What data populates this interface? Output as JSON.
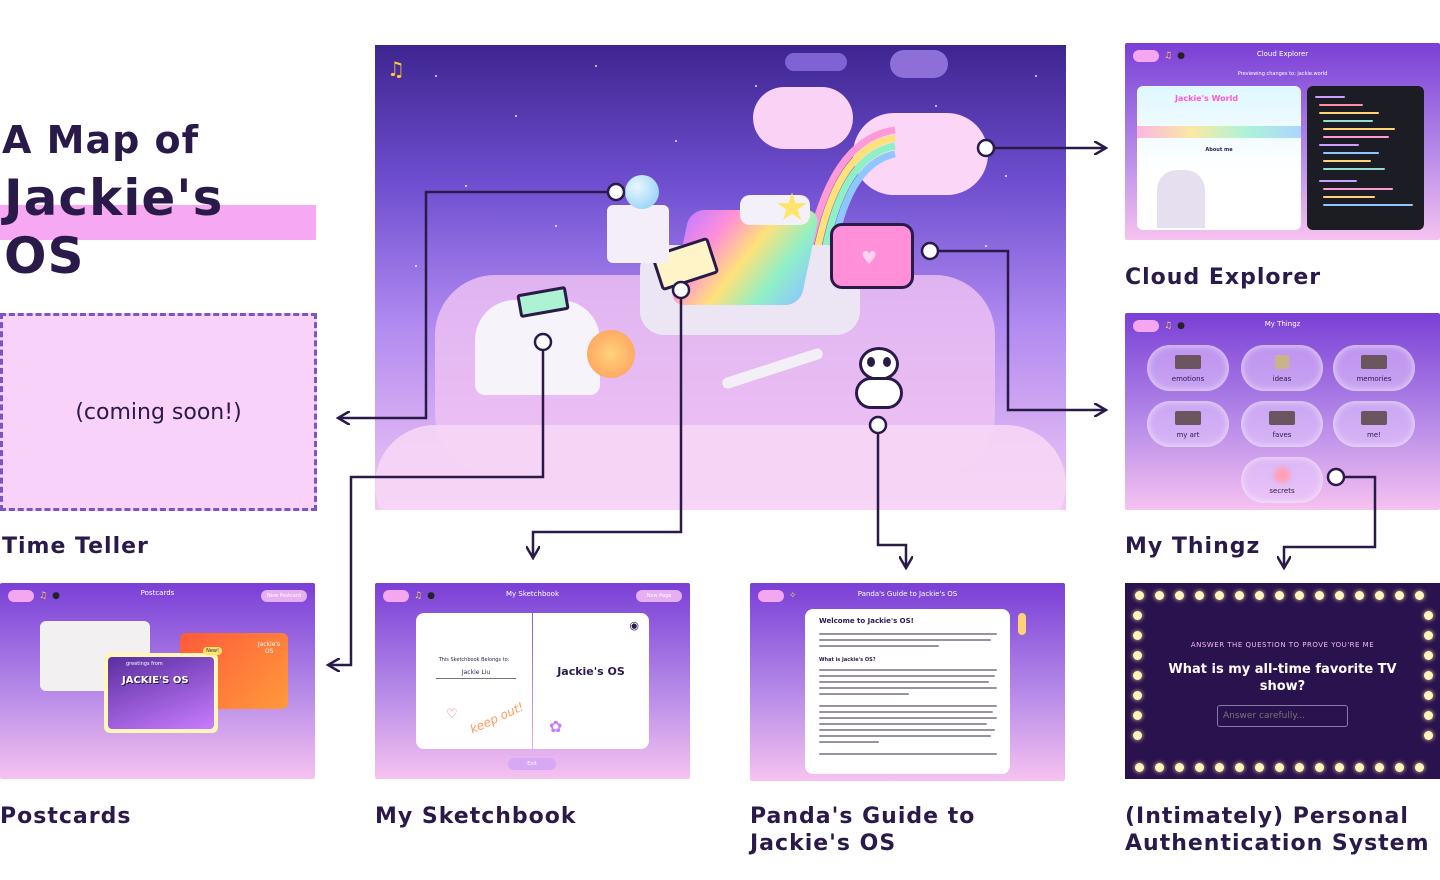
{
  "title": {
    "line1": "A Map of",
    "line2": "Jackie's OS"
  },
  "time_teller": {
    "placeholder": "(coming soon!)",
    "caption": "Time Teller"
  },
  "cloud_explorer": {
    "caption": "Cloud Explorer",
    "window_title": "Cloud Explorer",
    "subtitle": "Previewing changes to: jackie.world",
    "site_title": "Jackie's World",
    "about_heading": "About me"
  },
  "my_thingz": {
    "caption": "My Thingz",
    "window_title": "My Thingz",
    "items": [
      "emotions",
      "ideas",
      "memories",
      "my art",
      "faves",
      "me!",
      "secrets"
    ]
  },
  "postcards": {
    "caption": "Postcards",
    "window_title": "Postcards",
    "button": "New Postcard",
    "card_title": "JACKIE'S OS",
    "card_greeting": "greetings from",
    "card_badge": "New!",
    "card_right_label": "Jackie's OS"
  },
  "sketchbook": {
    "caption": "My Sketchbook",
    "window_title": "My Sketchbook",
    "button": "New Page",
    "belongs_to": "This Sketchbook Belongs to:",
    "owner": "Jackie Liu",
    "cover_title": "Jackie's OS",
    "doodle": "keep out!",
    "footer_button": "Exit"
  },
  "panda_guide": {
    "caption_line1": "Panda's Guide to",
    "caption_line2": "Jackie's OS",
    "window_title": "Panda's Guide to Jackie's OS",
    "heading": "Welcome to Jackie's OS!",
    "subheading": "What is Jackie's OS?"
  },
  "auth": {
    "caption_line1": "(Intimately) Personal",
    "caption_line2": "Authentication System",
    "prompt": "ANSWER THE QUESTION TO PROVE YOU'RE ME",
    "question": "What is my all-time favorite TV show?",
    "input_placeholder": "Answer carefully..."
  },
  "colors": {
    "ink": "#2a1a4a",
    "highlight": "#f6a8f2",
    "accent": "#7a55c8",
    "bulb": "#fff3c0"
  }
}
